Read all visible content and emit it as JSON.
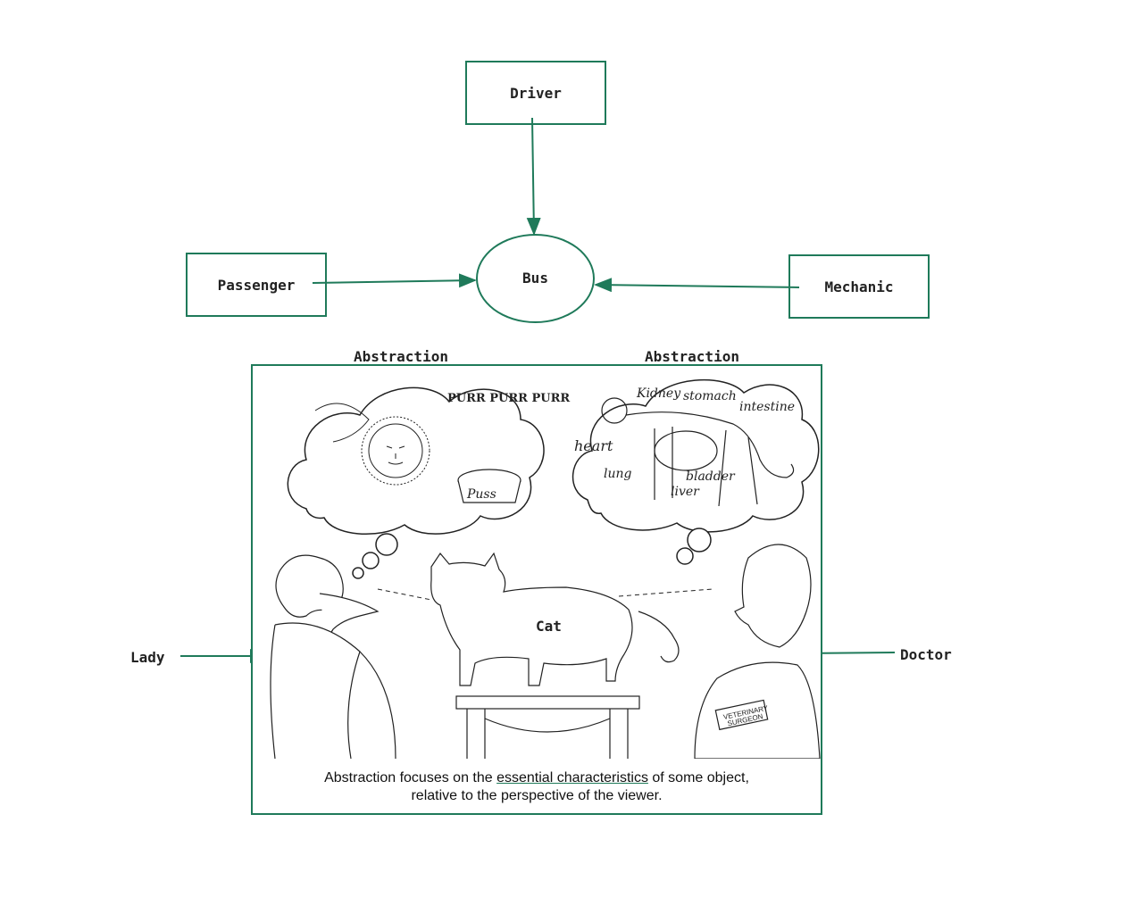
{
  "nodes": {
    "driver": "Driver",
    "bus": "Bus",
    "passenger": "Passenger",
    "mechanic": "Mechanic"
  },
  "panel": {
    "abstraction_left": "Abstraction",
    "abstraction_right": "Abstraction",
    "cat": "Cat",
    "lady": "Lady",
    "doctor": "Doctor",
    "caption_pre": "Abstraction focuses on the ",
    "caption_emph": "essential characteristics",
    "caption_post": " of some object,",
    "caption_line2": "relative to the perspective of the viewer."
  },
  "illustration": {
    "purr_text": "PURR PURR PURR",
    "bowl_text": "Puss",
    "organs": [
      "Kidney",
      "stomach",
      "intestine",
      "heart",
      "lung",
      "bladder",
      "liver"
    ],
    "badge_line1": "VETERINARY",
    "badge_line2": "SURGEON"
  },
  "colors": {
    "accent": "#1f7a5a",
    "ink": "#222222"
  }
}
